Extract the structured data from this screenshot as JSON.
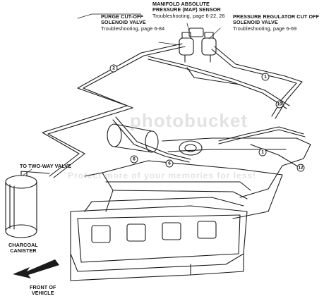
{
  "labels": {
    "map_sensor_title": "MANIFOLD ABSOLUTE",
    "map_sensor_title2": "PRESSURE (MAP) SENSOR",
    "map_sensor_ref": "Troubleshooting, page 6-22, 26",
    "purge_title": "PURGE CUT-OFF",
    "purge_title2": "SOLENOID VALVE",
    "purge_ref": "Troubleshooting, page 6-84",
    "pressure_reg_title": "PRESSURE REGULATOR CUT OFF",
    "pressure_reg_title2": "SOLENOID VALVE",
    "pressure_reg_ref": "Troubleshooting, page 6-69",
    "two_way_valve": "TO TWO-WAY VALVE",
    "charcoal": "CHARCOAL",
    "canister": "CANISTER",
    "front_of": "FRONT OF",
    "vehicle": "VEHICLE"
  },
  "callouts": [
    "1",
    "2",
    "6",
    "10",
    "12"
  ],
  "watermarks": [
    "photobucket",
    "Protect more of your memories for less!"
  ],
  "colors": {
    "line": "#1a1a1a",
    "background": "#ffffff"
  }
}
